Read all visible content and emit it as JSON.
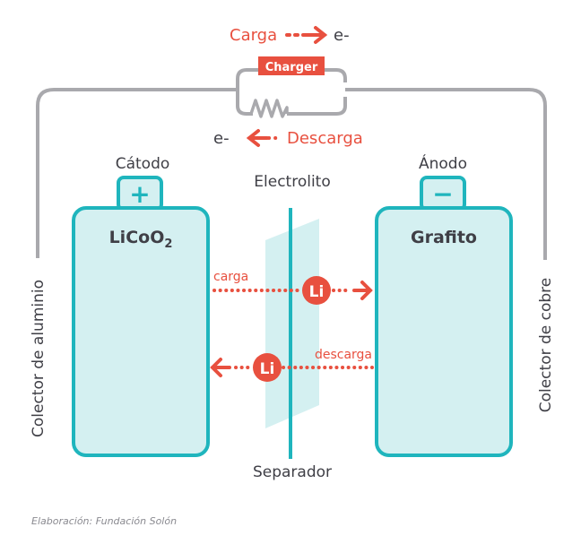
{
  "top": {
    "charge_label": "Carga",
    "discharge_label": "Descarga",
    "electron_label": "e-",
    "charger_label": "Charger"
  },
  "cathode": {
    "title": "Cátodo",
    "terminal": "+",
    "material": "LiCoO",
    "material_subscript": "2"
  },
  "anode": {
    "title": "Ánodo",
    "terminal": "−",
    "material": "Grafito"
  },
  "center": {
    "electrolyte_label": "Electrolito",
    "separator_label": "Separador",
    "ion_label": "Li",
    "charge_flow_label": "carga",
    "discharge_flow_label": "descarga"
  },
  "collectors": {
    "left": "Colector de aluminio",
    "right": "Colector de cobre"
  },
  "credit": "Elaboración: Fundación Solón",
  "colors": {
    "accent_red": "#e8503f",
    "teal": "#1fb5bd",
    "teal_fill": "#d4f0f1",
    "wire_gray": "#a9a9ad",
    "text_dark": "#3f3f46"
  }
}
